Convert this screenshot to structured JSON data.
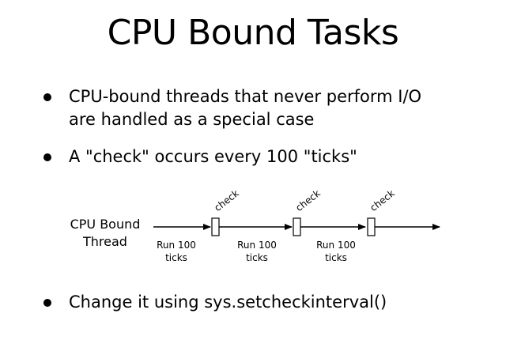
{
  "slide": {
    "title": "CPU Bound Tasks",
    "bullets": [
      {
        "line1": "CPU-bound threads that never perform I/O",
        "line2": "are handled as a special case"
      },
      {
        "line1": "A \"check\" occurs every 100 \"ticks\""
      },
      {
        "line1": "Change it using sys.setcheckinterval()"
      }
    ]
  },
  "diagram": {
    "thread_label_line1": "CPU Bound",
    "thread_label_line2": "Thread",
    "run_line1": "Run 100",
    "run_line2": "ticks",
    "check_label": "check"
  },
  "colors": {
    "text": "#000000",
    "background": "#ffffff"
  }
}
